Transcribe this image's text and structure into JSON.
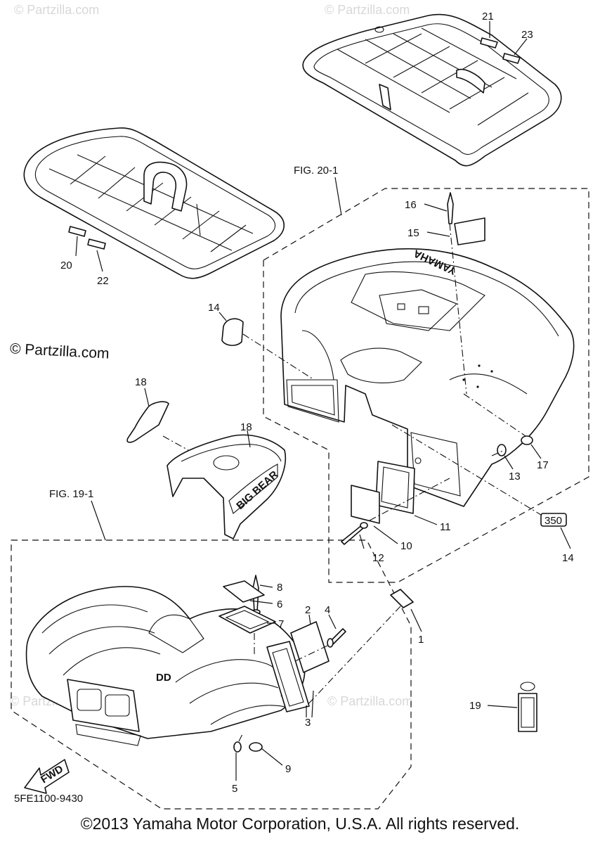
{
  "watermark": "© Partzilla.com",
  "watermark_main": "© Partzilla.com",
  "copyright": "©2013 Yamaha Motor Corporation, U.S.A. All rights reserved.",
  "drawing_code": "5FE1100-9430",
  "fig_refs": {
    "rear": "FIG. 20-1",
    "front": "FIG. 19-1"
  },
  "fwd_label": "FWD",
  "decals": {
    "rear_fender_brand": "YAMAHA",
    "side_cover": "BIG BEAR",
    "badge_350": "350"
  },
  "callouts": [
    {
      "id": "c1",
      "text": "1"
    },
    {
      "id": "c2",
      "text": "2"
    },
    {
      "id": "c3",
      "text": "3"
    },
    {
      "id": "c4",
      "text": "4"
    },
    {
      "id": "c5",
      "text": "5"
    },
    {
      "id": "c6",
      "text": "6"
    },
    {
      "id": "c7",
      "text": "7"
    },
    {
      "id": "c8",
      "text": "8"
    },
    {
      "id": "c9",
      "text": "9"
    },
    {
      "id": "c10",
      "text": "10"
    },
    {
      "id": "c11",
      "text": "11"
    },
    {
      "id": "c12",
      "text": "12"
    },
    {
      "id": "c13",
      "text": "13"
    },
    {
      "id": "c14a",
      "text": "14"
    },
    {
      "id": "c14b",
      "text": "14"
    },
    {
      "id": "c15",
      "text": "15"
    },
    {
      "id": "c16",
      "text": "16"
    },
    {
      "id": "c17",
      "text": "17"
    },
    {
      "id": "c18a",
      "text": "18"
    },
    {
      "id": "c18b",
      "text": "18"
    },
    {
      "id": "c19",
      "text": "19"
    },
    {
      "id": "c20",
      "text": "20"
    },
    {
      "id": "c21",
      "text": "21"
    },
    {
      "id": "c22",
      "text": "22"
    },
    {
      "id": "c23",
      "text": "23"
    }
  ]
}
